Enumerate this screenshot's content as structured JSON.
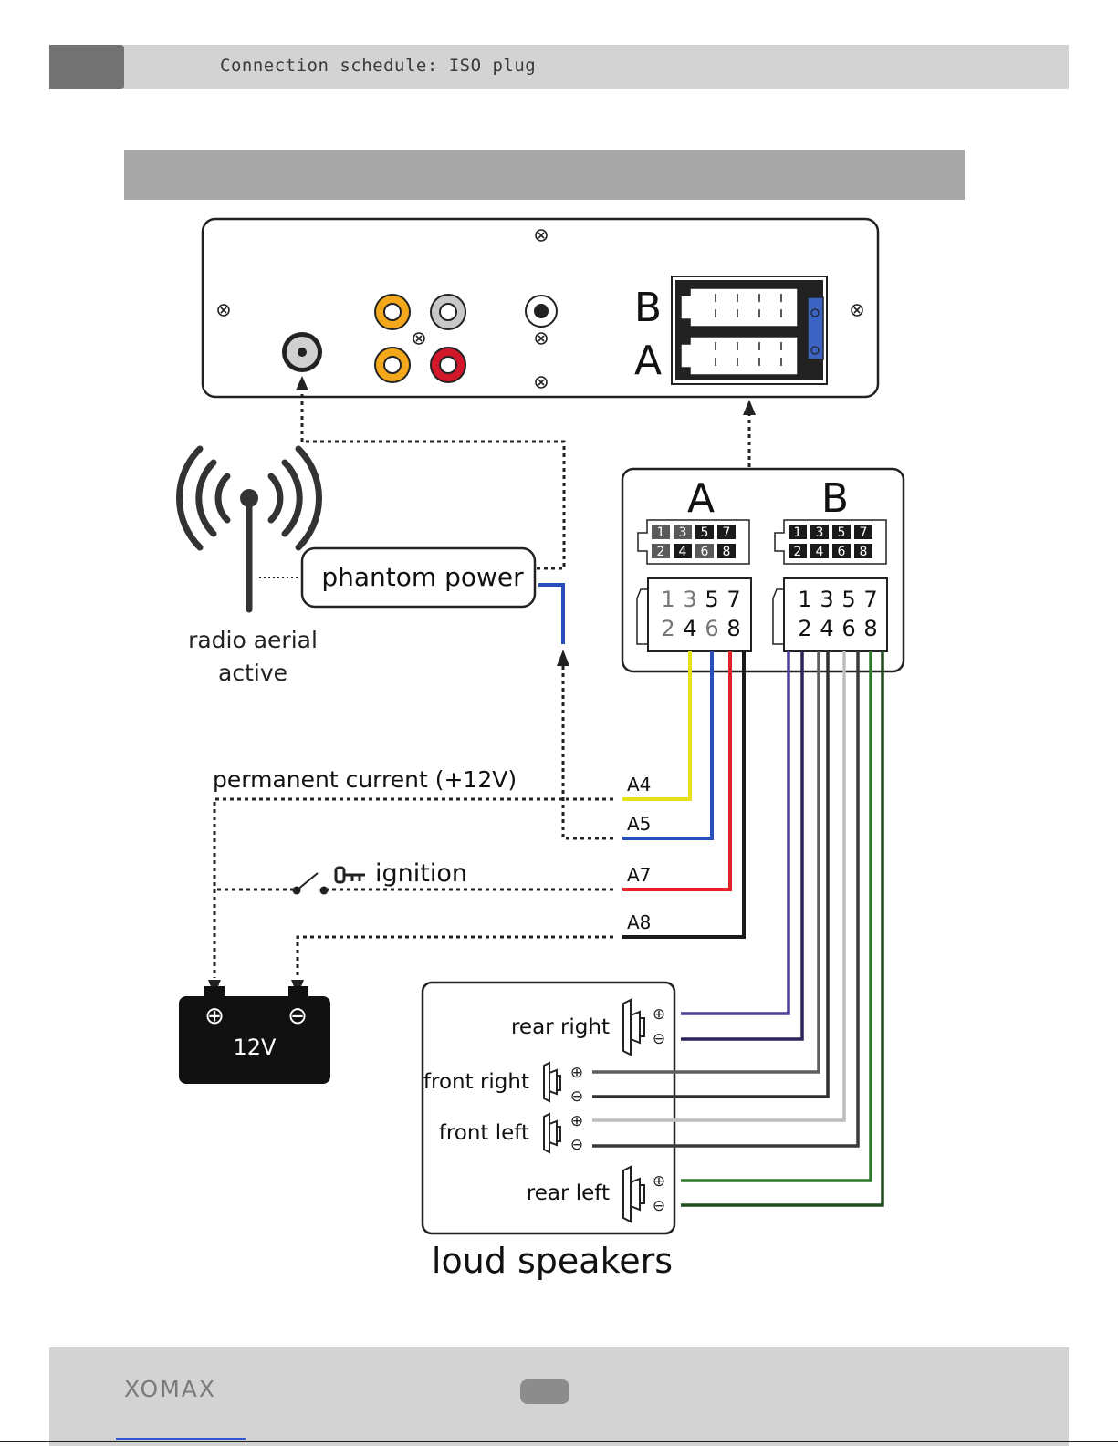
{
  "header": {
    "title": "Connection schedule: ISO plug"
  },
  "connectors": {
    "unit_label_b": "B",
    "unit_label_a": "A",
    "plug_a_label": "A",
    "plug_b_label": "B",
    "pins_top": [
      "1",
      "3",
      "5",
      "7"
    ],
    "pins_bottom": [
      "2",
      "4",
      "6",
      "8"
    ]
  },
  "antenna": {
    "label_line1": "radio aerial",
    "label_line2": "active",
    "phantom_power": "phantom power"
  },
  "wires": {
    "permanent_current": "permanent current (+12V)",
    "ignition": "ignition",
    "a4": "A4",
    "a5": "A5",
    "a7": "A7",
    "a8": "A8"
  },
  "battery": {
    "label": "12V",
    "plus": "⊕",
    "minus": "⊖"
  },
  "speakers": {
    "rear_right": "rear right",
    "front_right": "front right",
    "front_left": "front left",
    "rear_left": "rear left",
    "title": "loud speakers",
    "plus": "⊕",
    "minus": "⊖"
  },
  "footer": {
    "brand": "XOMAX"
  },
  "colors": {
    "yellow": "#e6e21a",
    "blue": "#2a4fb8",
    "red": "#e3232a",
    "black": "#1a1a1a",
    "purple": "#4b3f9e",
    "dark_gray": "#5d5d5d",
    "light_gray": "#bdbdbd",
    "green": "#2f7a2f",
    "rca_yellow": "#f3a81c",
    "rca_red": "#d3172a",
    "rca_white": "#c8c8c8"
  }
}
